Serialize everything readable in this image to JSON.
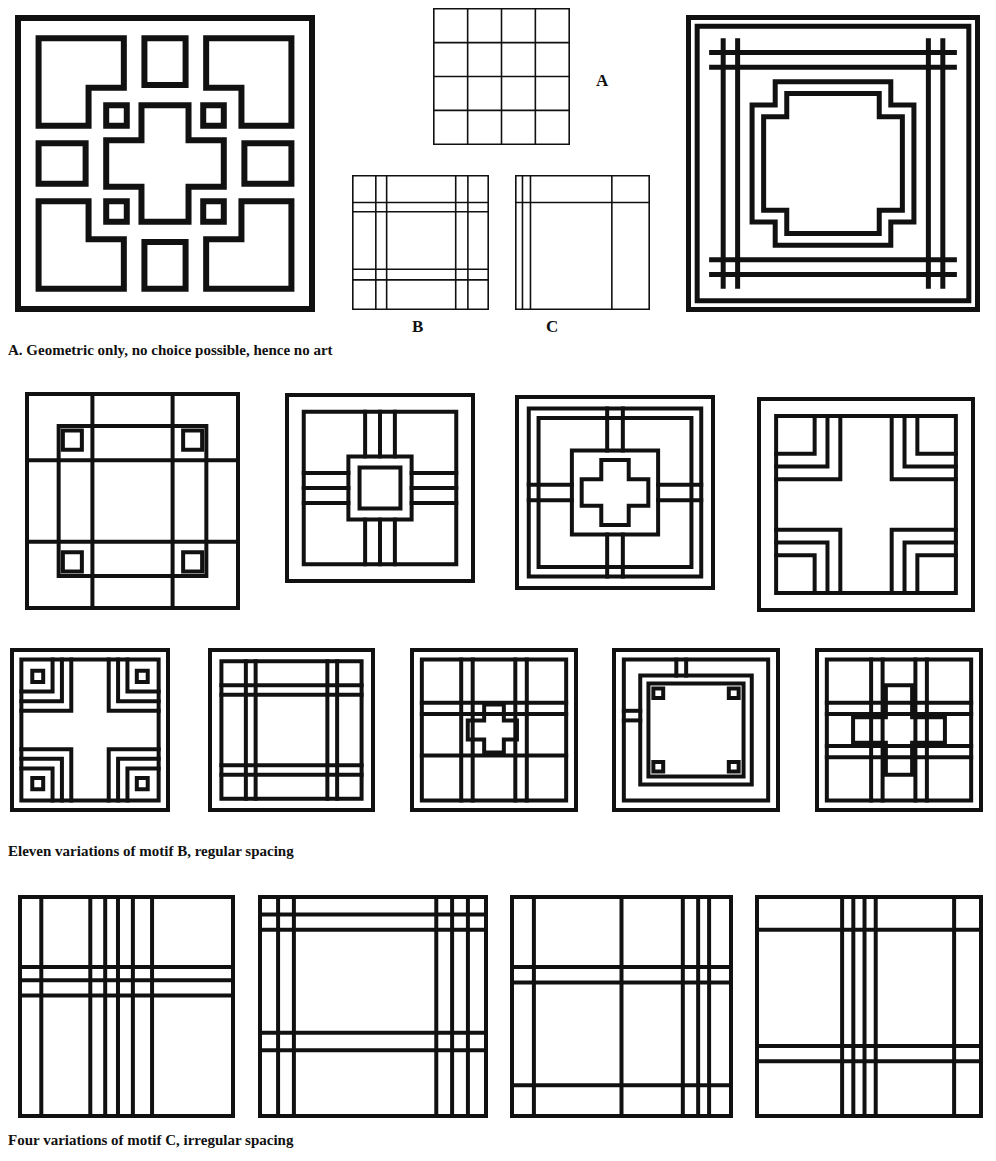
{
  "diagram": {
    "labels": [
      "A",
      "B",
      "C",
      "A.  Geometric only, no choice possible, hence no art",
      "Eleven variations of motif B, regular spacing",
      "Four variations of motif C, irregular spacing"
    ]
  }
}
